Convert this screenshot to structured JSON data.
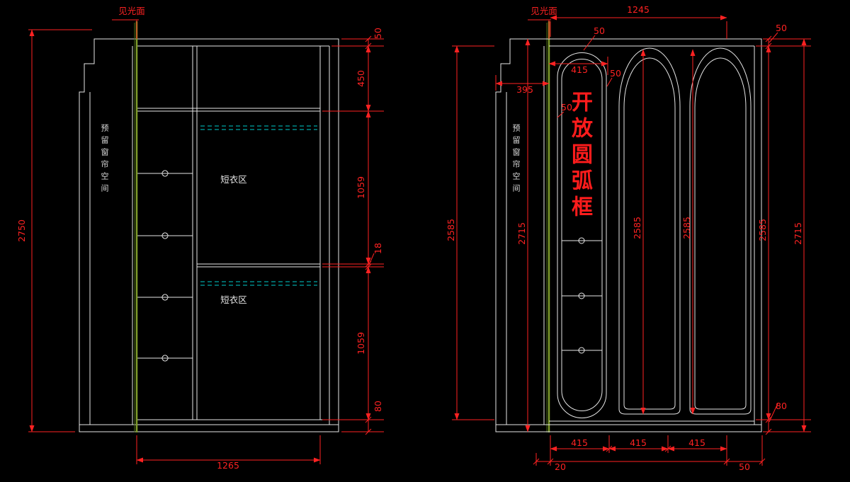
{
  "drawing": {
    "background": "#000000",
    "line_color": "#e6e6e6",
    "dimension_color": "#ff2222",
    "sight_line_green": "#7e9b2b",
    "rod_color": "#00cccc"
  },
  "left_view": {
    "overall_height": "2750",
    "sight_face": "见光面",
    "curtain_space_note": "预留窗帘空间",
    "hanging_zone_top": "短衣区",
    "hanging_zone_bottom": "短衣区",
    "height_chain": [
      "50",
      "450",
      "1059",
      "18",
      "1059",
      "80"
    ],
    "bottom_width": "1265"
  },
  "right_view": {
    "top_width": "1245",
    "sight_face": "见光面",
    "curtain_space_note": "预留窗帘空间",
    "arc_frame_note": "开放圆弧框",
    "left_return_depth": "395",
    "arc_bay_width": "415",
    "top_gap": "50",
    "side_gap_right": "50",
    "side_gap_left": "50",
    "outer_height_left": "2585",
    "inner_height_left": "2715",
    "door1_height": "2585",
    "door2_height": "2585",
    "inner_height_right": "2585",
    "outer_height_right": "2715",
    "top_clearance_right": "50",
    "base_height_right": "80",
    "bottom_widths": [
      "415",
      "415",
      "415"
    ],
    "bottom_left_offset": "20",
    "bottom_right_offset": "50"
  }
}
